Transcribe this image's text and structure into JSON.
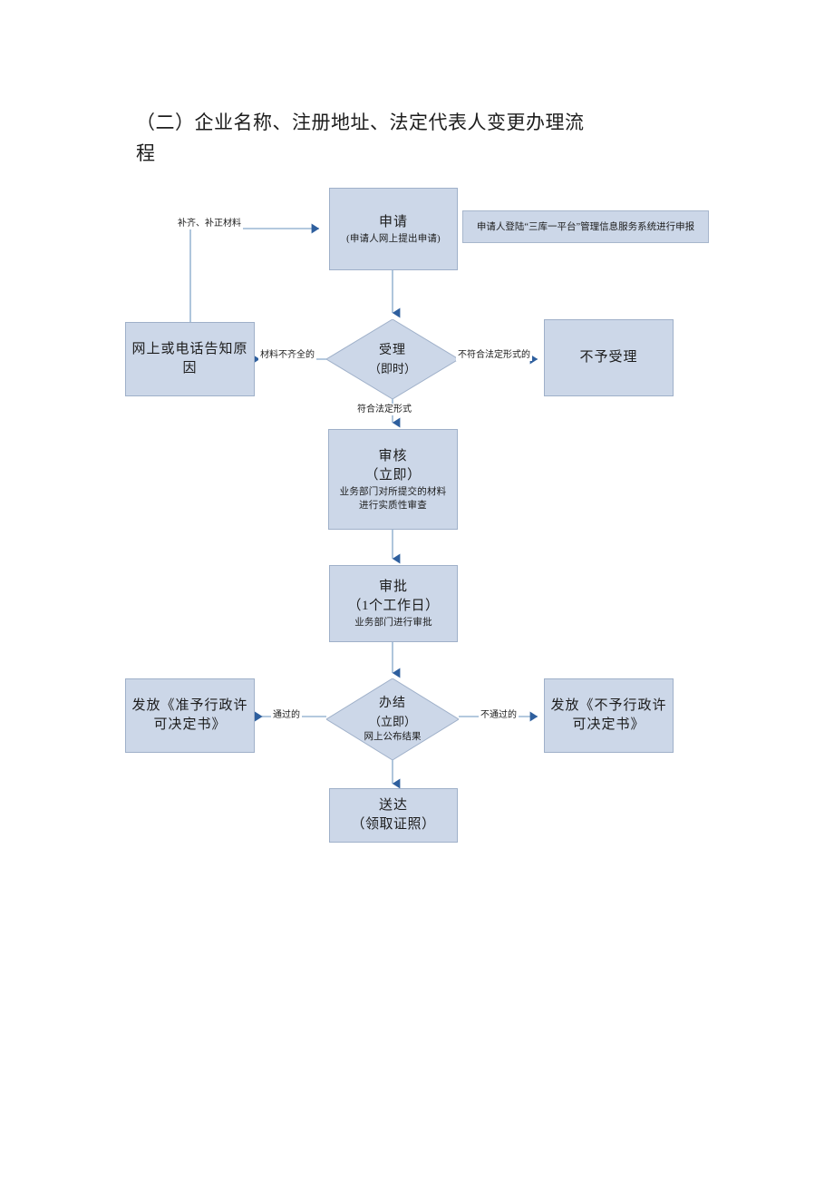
{
  "document": {
    "title_line1": "（二）企业名称、注册地址、法定代表人变更办理流",
    "title_line2": "程"
  },
  "colors": {
    "node_fill": "#ccd7e8",
    "node_border": "#9fb0c9",
    "connector": "#9bb7d4",
    "arrow": "#2e5f9e",
    "text": "#1c1c1c"
  },
  "chart_data": {
    "type": "diagram",
    "title": "（二）企业名称、注册地址、法定代表人变更办理流程",
    "nodes": [
      {
        "id": "apply",
        "shape": "rect",
        "line1": "申请",
        "line2": "(申请人网上提出申请)"
      },
      {
        "id": "apply-note",
        "shape": "note",
        "text": "申请人登陆“三库一平台”管理信息服务系统进行申报"
      },
      {
        "id": "notify-reason",
        "shape": "rect",
        "line1": "网上或电话告知原",
        "line2": "因"
      },
      {
        "id": "accept",
        "shape": "diamond",
        "line1": "受理",
        "line2": "（即时）"
      },
      {
        "id": "not-accept",
        "shape": "rect",
        "line1": "不予受理"
      },
      {
        "id": "review",
        "shape": "rect",
        "line1": "审核",
        "line2": "（立即）",
        "line3a": "业务部门对所提交的材料",
        "line3b": "进行实质性审查"
      },
      {
        "id": "approve",
        "shape": "rect",
        "line1": "审批",
        "line2": "（1个工作日）",
        "line3a": "业务部门进行审批"
      },
      {
        "id": "complete",
        "shape": "diamond",
        "line1": "办结",
        "line2": "（立即）",
        "line3a": "网上公布结果"
      },
      {
        "id": "issue-permit",
        "shape": "rect",
        "line1": "发放《准予行政许",
        "line2": "可决定书》"
      },
      {
        "id": "issue-refusal",
        "shape": "rect",
        "line1": "发放《不予行政许",
        "line2": "可决定书》"
      },
      {
        "id": "deliver",
        "shape": "rect",
        "line1": "送达",
        "line2": "（领取证照）"
      }
    ],
    "edges": [
      {
        "from": "notify-reason",
        "to": "apply",
        "label": "补齐、补正材料"
      },
      {
        "from": "apply",
        "to": "accept",
        "label": ""
      },
      {
        "from": "accept",
        "to": "notify-reason",
        "label": "材料不齐全的"
      },
      {
        "from": "accept",
        "to": "not-accept",
        "label": "不符合法定形式的"
      },
      {
        "from": "accept",
        "to": "review",
        "label": "符合法定形式"
      },
      {
        "from": "review",
        "to": "approve",
        "label": ""
      },
      {
        "from": "approve",
        "to": "complete",
        "label": ""
      },
      {
        "from": "complete",
        "to": "issue-permit",
        "label": "通过的"
      },
      {
        "from": "complete",
        "to": "issue-refusal",
        "label": "不通过的"
      },
      {
        "from": "complete",
        "to": "deliver",
        "label": ""
      }
    ]
  }
}
